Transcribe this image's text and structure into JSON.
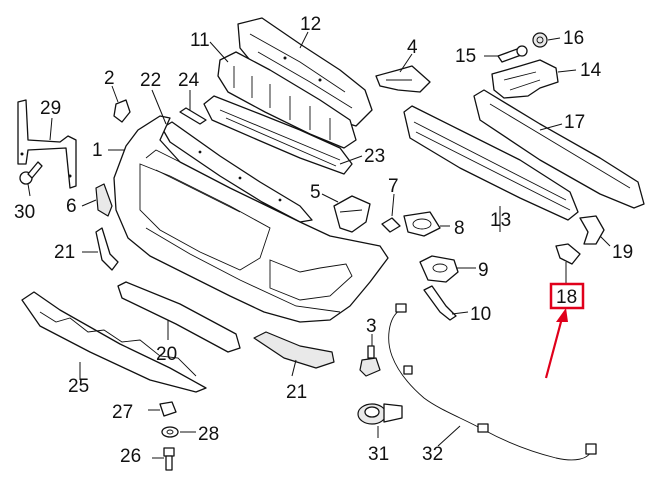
{
  "callouts": {
    "c1": "1",
    "c2": "2",
    "c3": "3",
    "c4": "4",
    "c5": "5",
    "c6": "6",
    "c7": "7",
    "c8": "8",
    "c9": "9",
    "c10": "10",
    "c11": "11",
    "c12": "12",
    "c13": "13",
    "c14": "14",
    "c15": "15",
    "c16": "16",
    "c17": "17",
    "c18": "18",
    "c19": "19",
    "c20": "20",
    "c21a": "21",
    "c21b": "21",
    "c22": "22",
    "c23": "23",
    "c24": "24",
    "c25": "25",
    "c26": "26",
    "c27": "27",
    "c28": "28",
    "c29": "29",
    "c30": "30",
    "c31": "31",
    "c32": "32"
  },
  "highlight": {
    "part": "18",
    "box_color": "#e0001b",
    "arrow_color": "#e0001b"
  }
}
